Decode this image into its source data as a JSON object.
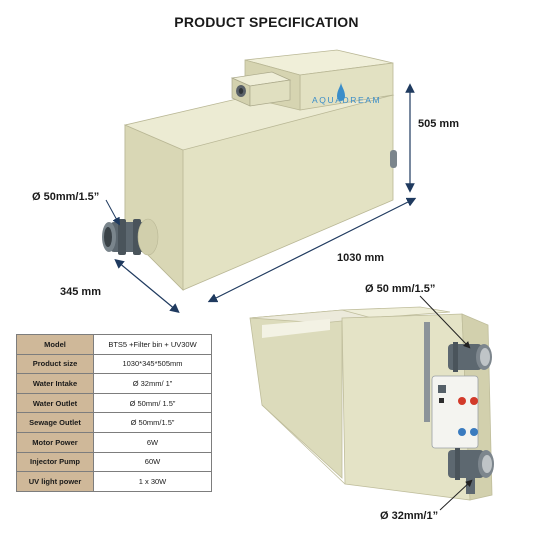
{
  "title": "PRODUCT SPECIFICATION",
  "brand": "AQUADREAM",
  "dimensions": {
    "height": "505 mm",
    "length": "1030 mm",
    "width": "345 mm",
    "outlet_top": "Ø 50mm/1.5”",
    "outlet_right": "Ø 50 mm/1.5”",
    "inlet": "Ø 32mm/1”"
  },
  "spec_table": [
    {
      "label": "Model",
      "value": "BTS5 +Filter bin + UV30W"
    },
    {
      "label": "Product size",
      "value": "1030*345*505mm"
    },
    {
      "label": "Water Intake",
      "value": "Ø 32mm/ 1”"
    },
    {
      "label": "Water Outlet",
      "value": "Ø 50mm/ 1.5”"
    },
    {
      "label": "Sewage Outlet",
      "value": "Ø 50mm/1.5”"
    },
    {
      "label": "Motor Power",
      "value": "6W"
    },
    {
      "label": "Injector Pump",
      "value": "60W"
    },
    {
      "label": "UV light power",
      "value": "1 x 30W"
    }
  ],
  "colors": {
    "tank": "#e7e6c8",
    "tank_shadow": "#cfcdaa",
    "fitting": "#5d6870",
    "table_label_bg": "#cfb899"
  }
}
